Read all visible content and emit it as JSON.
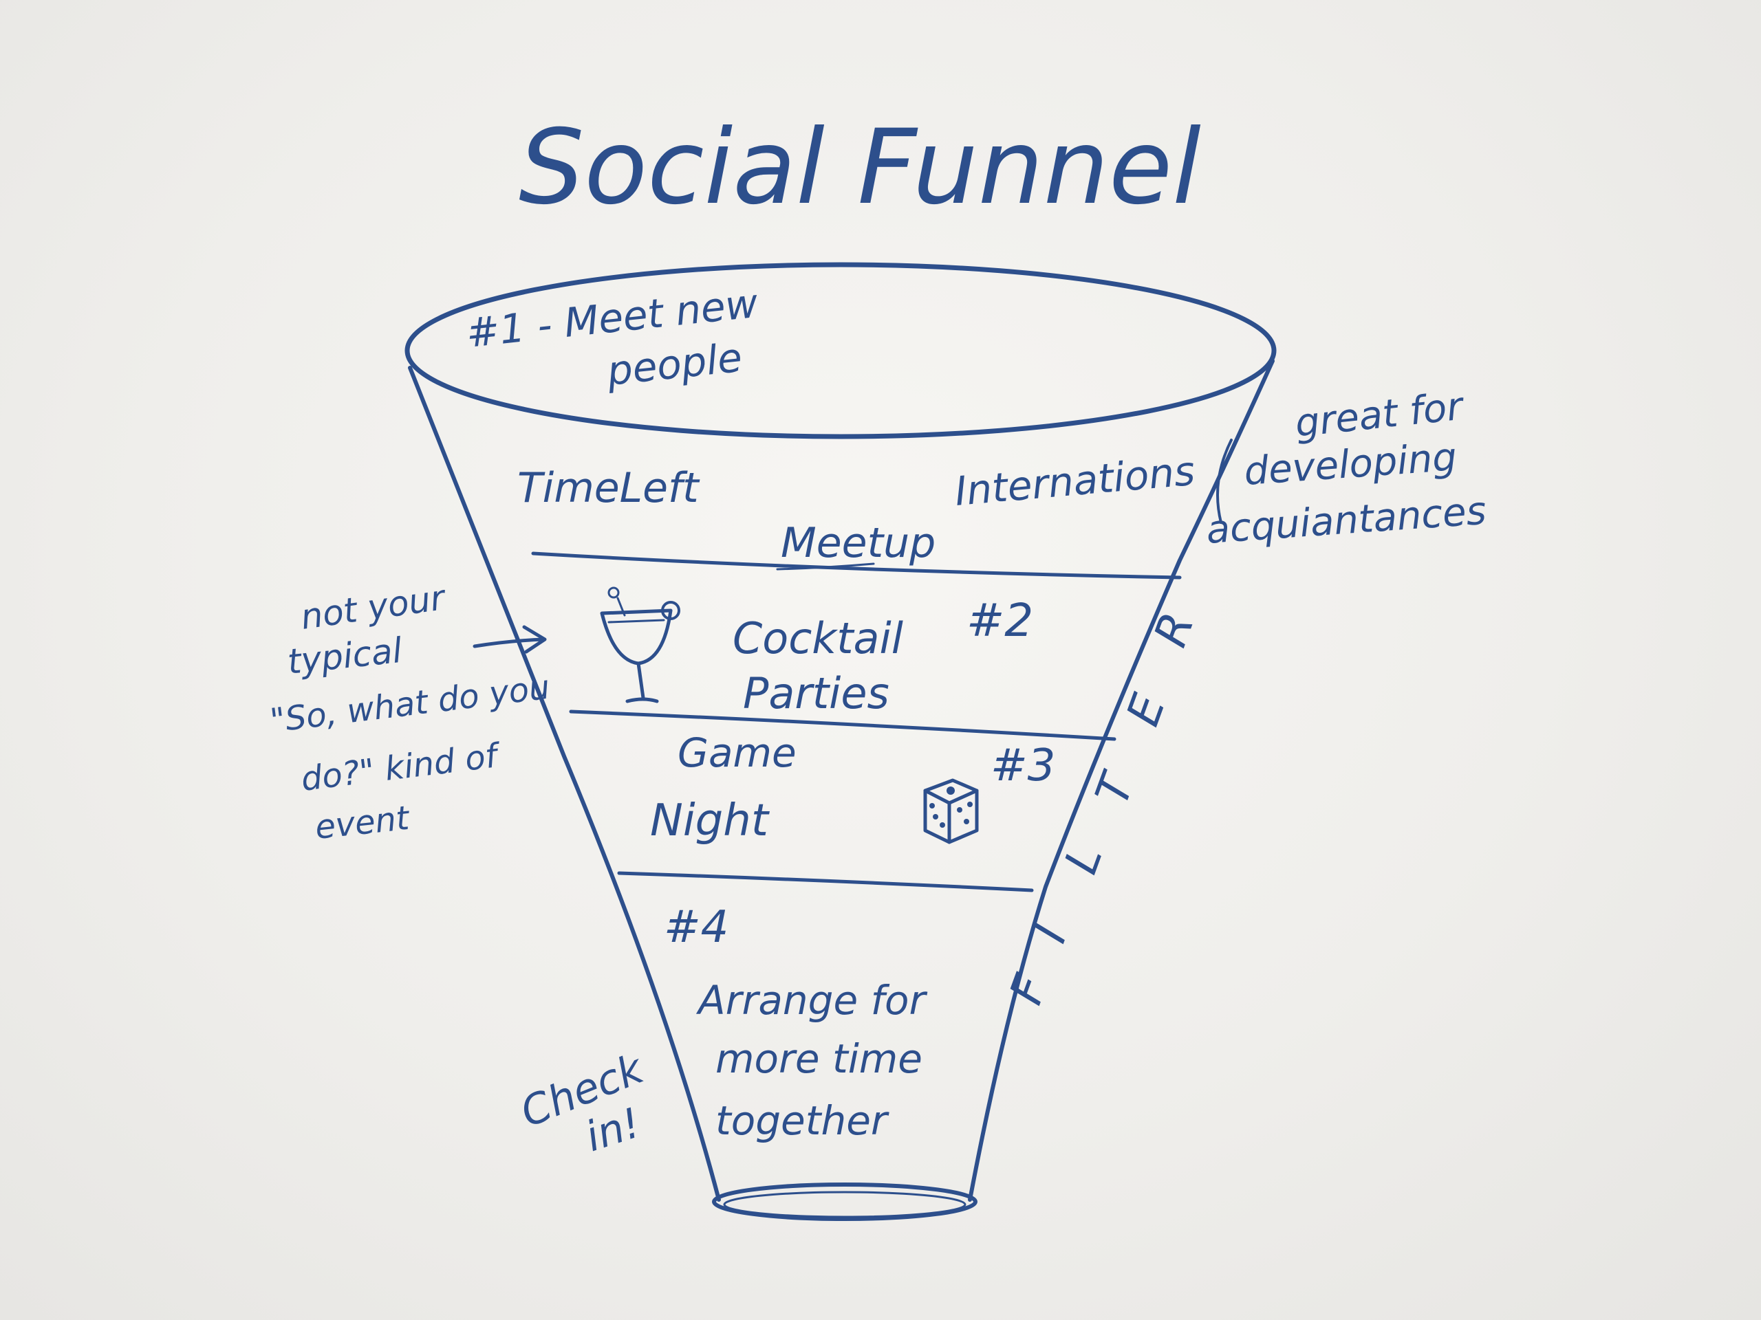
{
  "ink_color": "#2d4f8c",
  "paper_color": "#f4f3f0",
  "title": "Social Funnel",
  "stages": [
    {
      "number": "#1",
      "label_line1": "#1 - Meet new",
      "label_line2": "people",
      "examples": [
        "TimeLeft",
        "Meetup",
        "Internations"
      ]
    },
    {
      "number": "#2",
      "label_line1": "Cocktail",
      "label_line2": "Parties",
      "icon": "cocktail-glass-icon"
    },
    {
      "number": "#3",
      "label_line1": "Game",
      "label_line2": "Night",
      "icon": "dice-icon"
    },
    {
      "number": "#4",
      "label_line1": "Arrange for",
      "label_line2": "more time",
      "label_line3": "together"
    }
  ],
  "notes": {
    "great_for": [
      "great for",
      "developing",
      "acquiantances"
    ],
    "not_typical": [
      "not your",
      "typical",
      "\"So, what do you",
      "do?\" kind of",
      "event"
    ],
    "check_in": [
      "Check",
      "in!"
    ]
  },
  "filter_letters": [
    "F",
    "I",
    "L",
    "T",
    "E",
    "R"
  ]
}
